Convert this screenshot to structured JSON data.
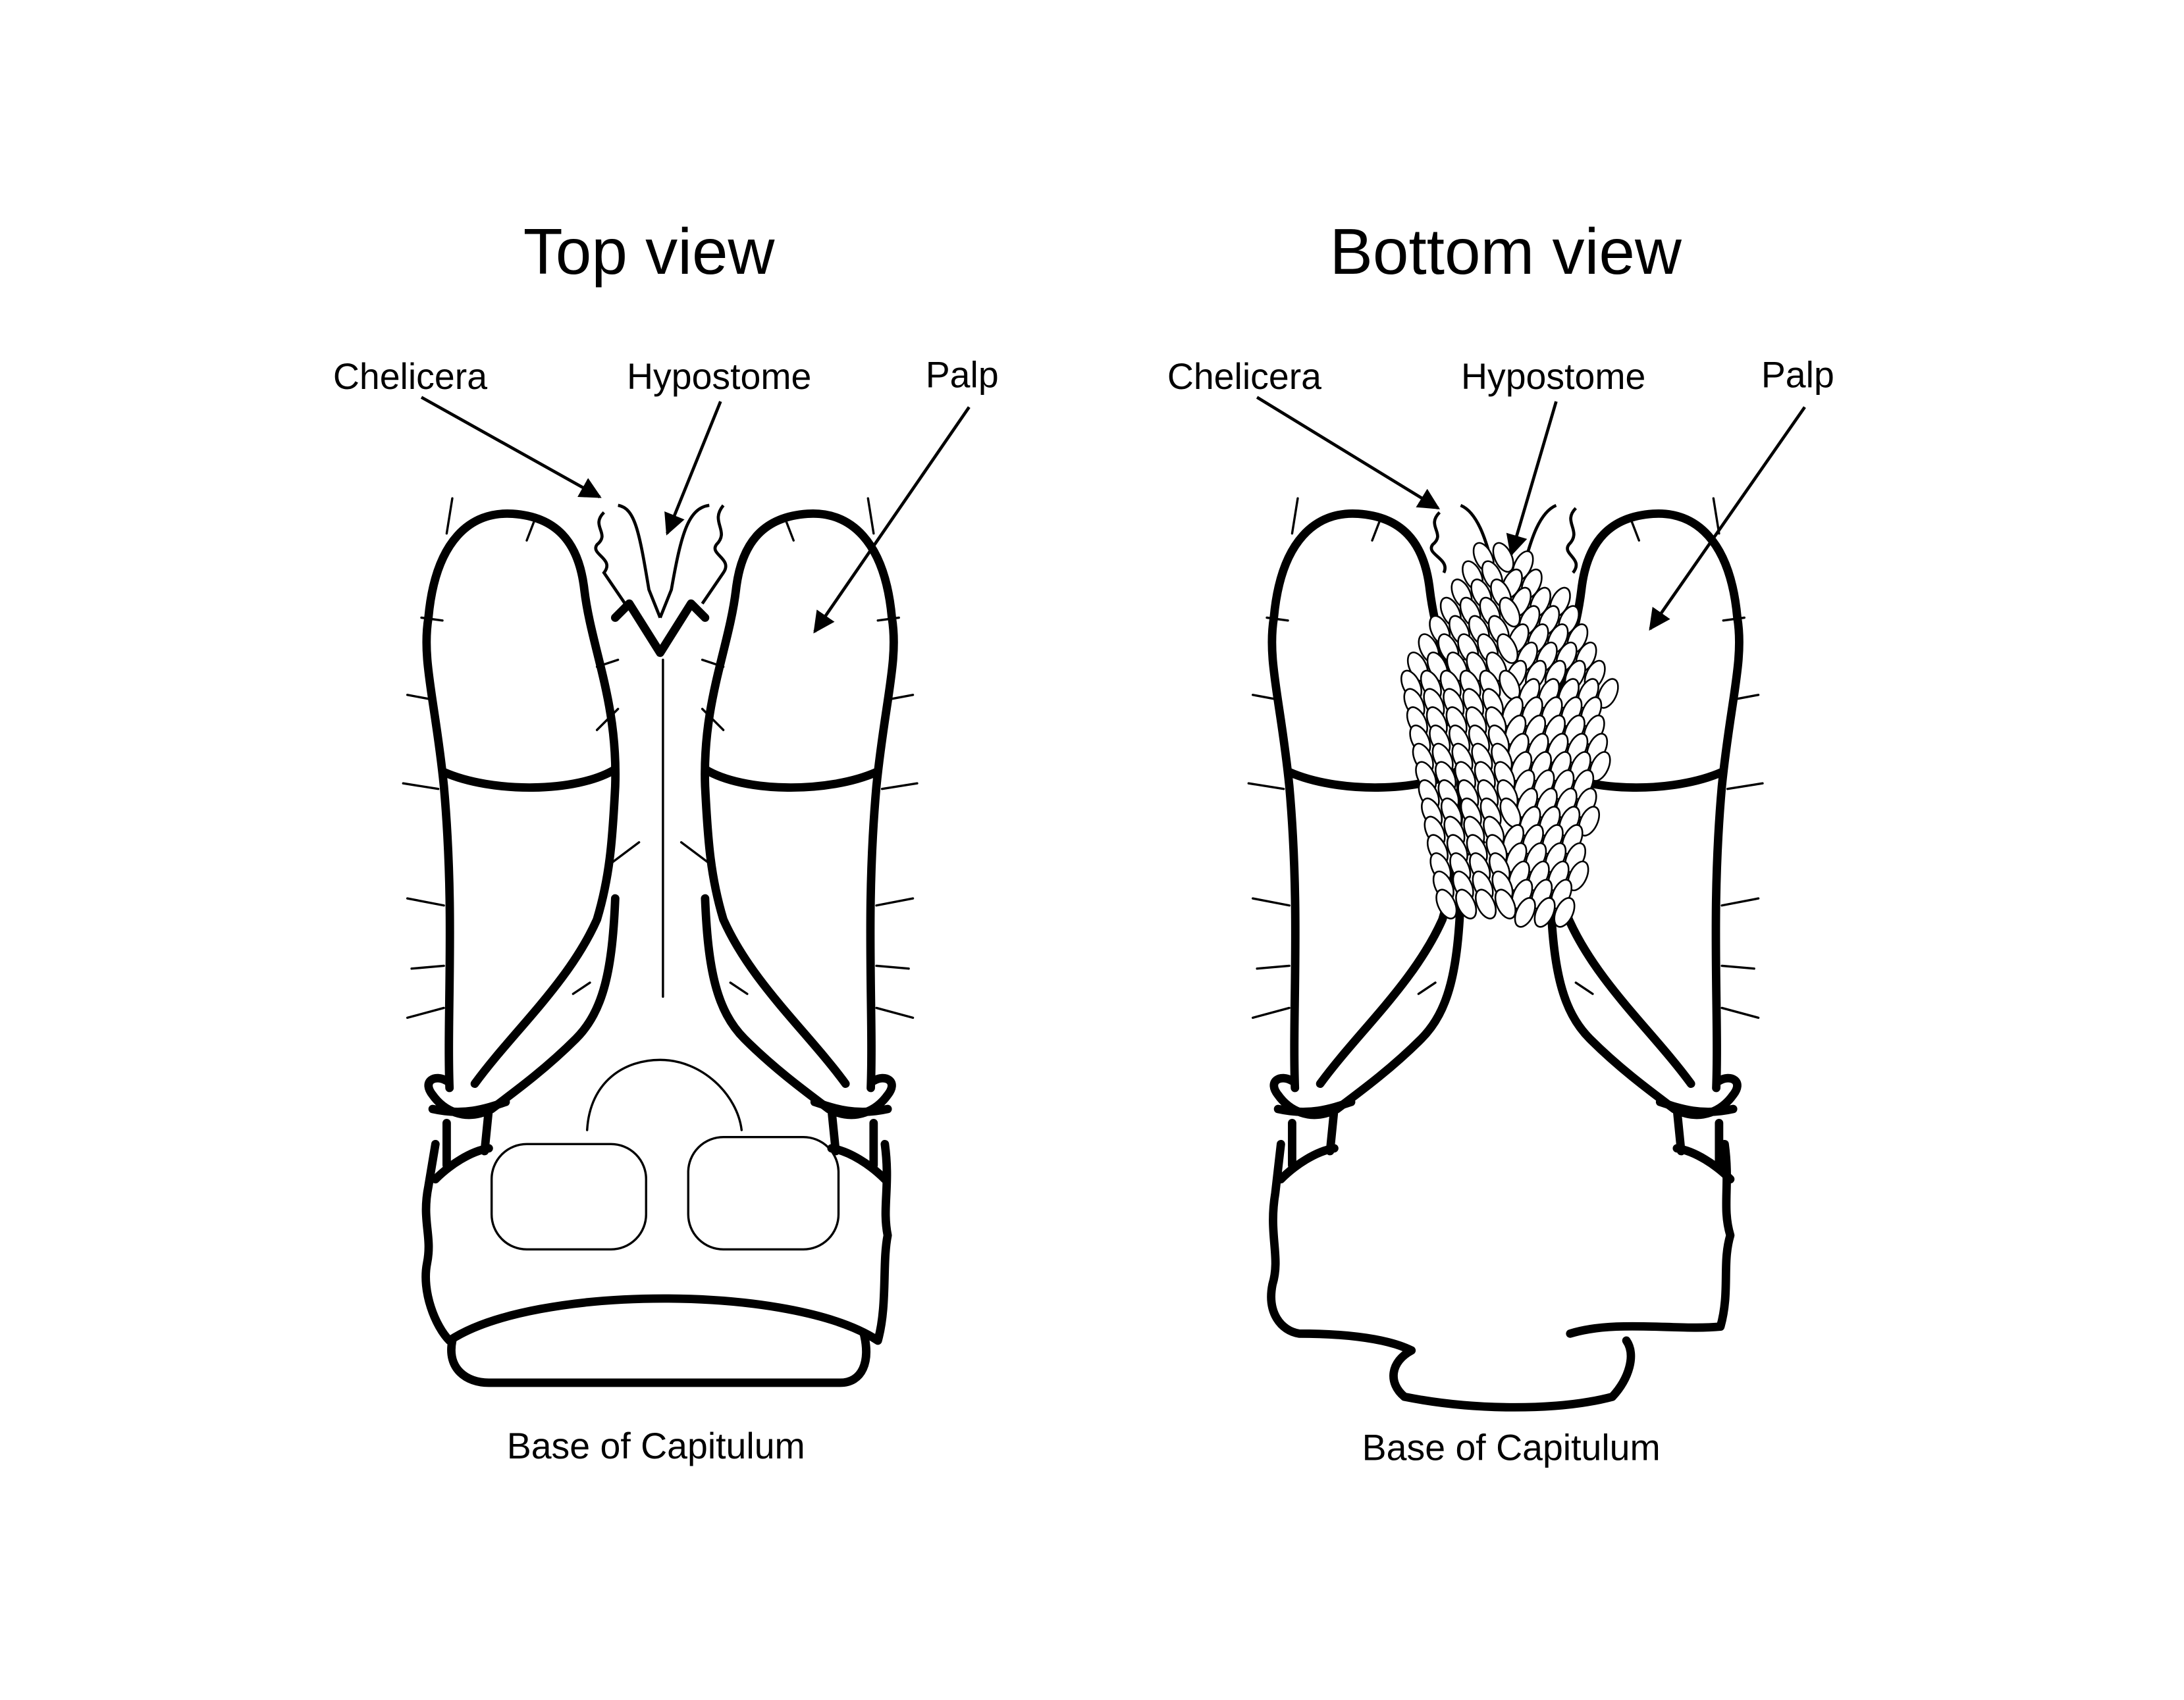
{
  "top_view": {
    "title": "Top view",
    "labels": {
      "chelicera": "Chelicera",
      "hypostome": "Hypostome",
      "palp": "Palp",
      "base": "Base of Capitulum"
    }
  },
  "bottom_view": {
    "title": "Bottom view",
    "labels": {
      "chelicera": "Chelicera",
      "hypostome": "Hypostome",
      "palp": "Palp",
      "base": "Base of Capitulum"
    }
  }
}
